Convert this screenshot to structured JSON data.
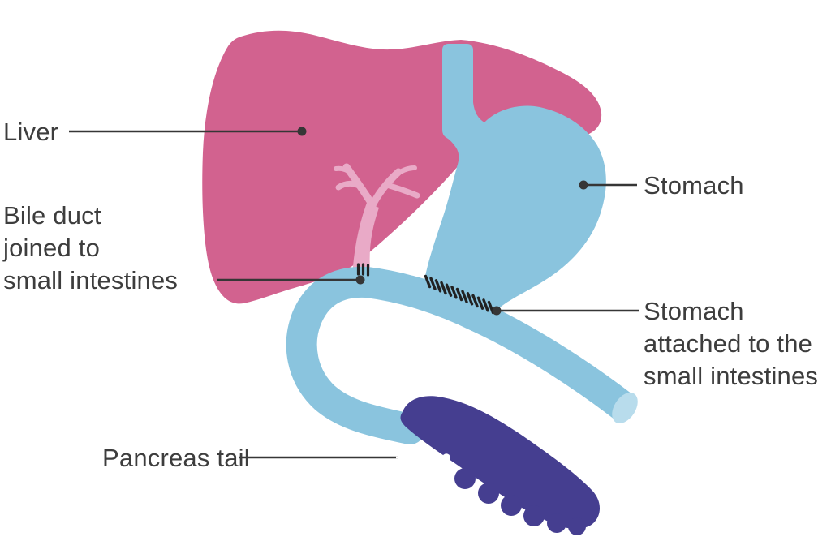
{
  "labels": {
    "liver": "Liver",
    "bile_duct": "Bile duct\njoined to\nsmall intestines",
    "stomach": "Stomach",
    "stomach_attached": "Stomach\nattached to the\nsmall intestines",
    "pancreas_tail": "Pancreas tail"
  },
  "colors": {
    "background": "#ffffff",
    "text": "#3d3d3d",
    "liver": "#d2628f",
    "stomach": "#8ac4de",
    "intestine": "#8ac4de",
    "intestine_end_cap": "#b8dcec",
    "bile_duct": "#e9aac7",
    "pancreas": "#453e90",
    "suture": "#222222",
    "leader_line": "#363636",
    "leader_line_light": "#ffffff"
  }
}
